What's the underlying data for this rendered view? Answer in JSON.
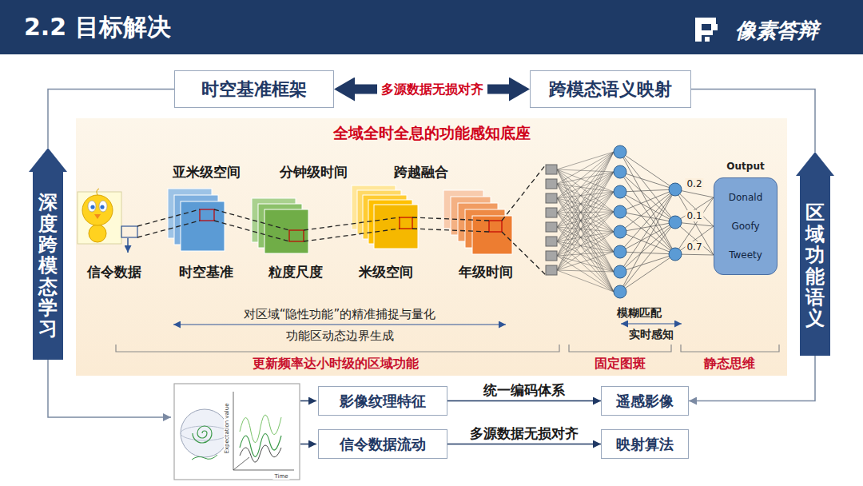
{
  "diagram": {
    "title": "2.2 目标解决",
    "nodes": [
      {
        "text": [
          "时空基准框架"
        ]
      },
      {
        "text": [
          "跨模态语义映射"
        ]
      },
      {
        "text": [
          "深度跨模态学习"
        ]
      },
      {
        "text": [
          "区域功能语义"
        ]
      },
      {
        "text": [
          "全域全时全息的功能感知底座"
        ]
      },
      {
        "text": [
          "Output",
          "Donald",
          "Goofy",
          "Tweety"
        ],
        "in": 4
      },
      {
        "text": [
          "影像纹理特征"
        ]
      },
      {
        "text": [
          "遥感影像"
        ]
      },
      {
        "text": [
          "信令数据流动"
        ]
      },
      {
        "text": [
          "映射算法"
        ]
      }
    ],
    "edges": [
      {
        "from": 0,
        "to": 1,
        "arrow": "both",
        "label": "多源数据无损对齐"
      },
      {
        "from": 0,
        "to": 2,
        "arrow": "none"
      },
      {
        "from": 1,
        "to": 3,
        "arrow": "none"
      },
      {
        "from": 3,
        "to": 7,
        "arrow": "to"
      },
      {
        "from": 6,
        "to": 7,
        "arrow": "to",
        "label": "统一编码体系"
      },
      {
        "from": 8,
        "to": 9,
        "arrow": "to",
        "label": "多源数据无损对齐"
      }
    ],
    "labels": [
      "像素答辩",
      "亚米级空间",
      "分钟级时间",
      "跨越融合",
      "信令数据",
      "时空基准",
      "粒度尺度",
      "米级空间",
      "年级时间",
      "对区域“隐性功能”的精准捕捉与量化",
      "功能区动态边界生成",
      "0.2",
      "0.1",
      "0.7",
      "模糊匹配",
      "实时感知",
      "更新频率达小时级的区域功能",
      "固定图斑",
      "静态思维",
      "Expectation value",
      "Time"
    ]
  }
}
